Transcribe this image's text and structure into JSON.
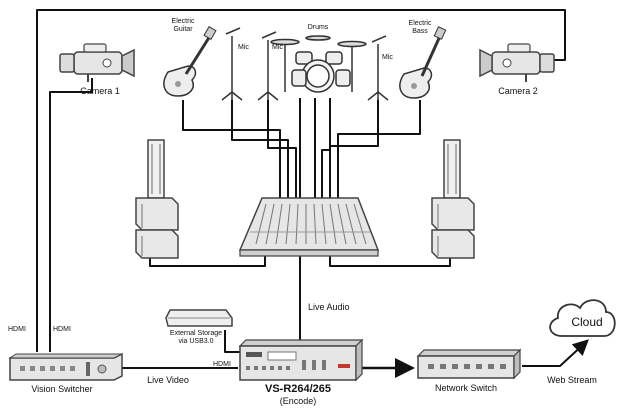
{
  "labels": {
    "camera1": "Camera 1",
    "camera2": "Camera 2",
    "electric_guitar_line1": "Electric",
    "electric_guitar_line2": "Guitar",
    "mic": "Mic",
    "drums": "Drums",
    "electric_bass_line1": "Electric",
    "electric_bass_line2": "Bass",
    "hdmi": "HDMI",
    "external_storage_line1": "External Storage",
    "external_storage_line2": "via USB3.0",
    "live_audio": "Live Audio",
    "cloud": "Cloud",
    "vision_switcher": "Vision Switcher",
    "live_video": "Live Video",
    "encoder_model": "VS-R264/265",
    "encoder_mode": "(Encode)",
    "network_switch": "Network Switch",
    "web_stream": "Web Stream"
  },
  "colors": {
    "line": "#111111",
    "device_fill": "#e6e6e6",
    "device_edge": "#555555",
    "accent_red": "#c0392b"
  },
  "icons": [
    "video-camera-icon",
    "electric-guitar-icon",
    "microphone-stand-icon",
    "drum-kit-icon",
    "electric-bass-icon",
    "pa-speaker-icon",
    "audio-mixer-icon",
    "external-storage-icon",
    "vision-switcher-icon",
    "encoder-icon",
    "network-switch-icon",
    "cloud-icon"
  ]
}
